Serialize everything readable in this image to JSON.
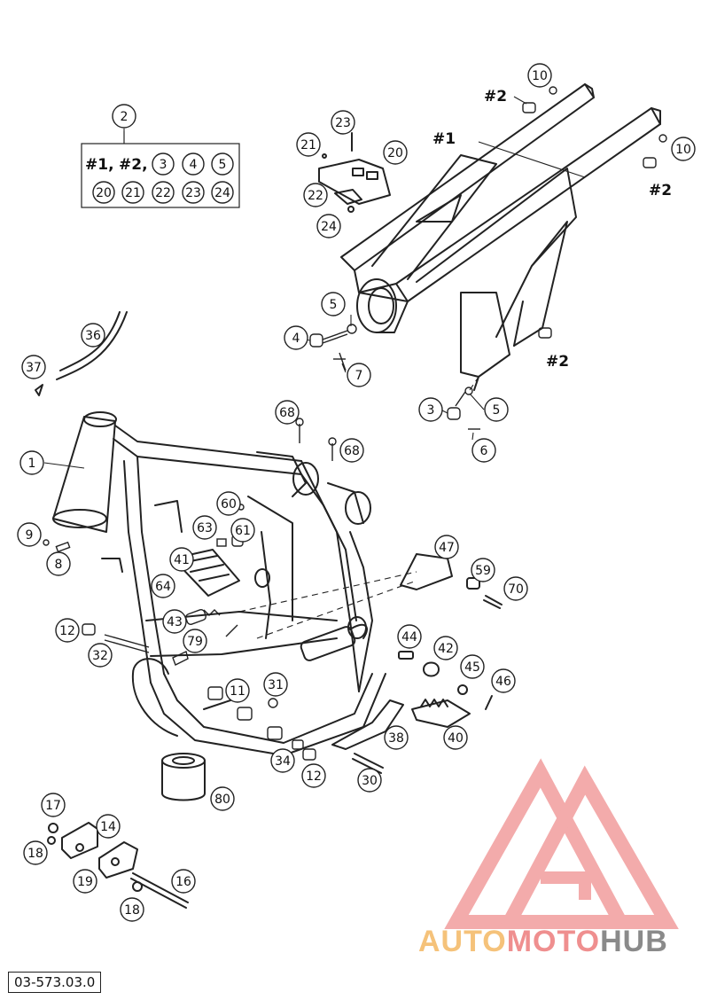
{
  "diagram": {
    "part_code": "03-573.03.0",
    "kit_callout": {
      "number": "2",
      "line1": [
        "#1,",
        "#2,",
        "3",
        "4",
        "5"
      ],
      "line2": [
        "20",
        "21",
        "22",
        "23",
        "24"
      ]
    },
    "assembly_labels": [
      "#1",
      "#2",
      "#2",
      "#2"
    ],
    "callouts": [
      "1",
      "3",
      "4",
      "5",
      "5",
      "6",
      "7",
      "8",
      "9",
      "10",
      "10",
      "11",
      "12",
      "12",
      "14",
      "16",
      "17",
      "18",
      "18",
      "19",
      "20",
      "21",
      "22",
      "23",
      "24",
      "30",
      "31",
      "32",
      "34",
      "36",
      "37",
      "38",
      "40",
      "41",
      "42",
      "43",
      "44",
      "45",
      "46",
      "47",
      "59",
      "60",
      "61",
      "63",
      "64",
      "68",
      "68",
      "70",
      "79",
      "80"
    ]
  },
  "watermark": {
    "part1": "AUTO",
    "part2": "MOTO",
    "part3": "HUB",
    "colors": {
      "orange": "#f5c27a",
      "red": "#ef8f8f",
      "gray": "#8a8a8a"
    }
  }
}
